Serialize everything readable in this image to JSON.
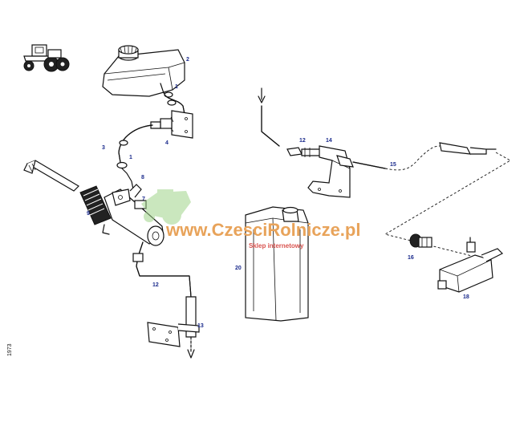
{
  "diagram": {
    "side_code": "1973",
    "watermark": {
      "main": "www.CzesciRolnicze.pl",
      "sub": "Sklep internetowy"
    },
    "part_labels": {
      "p1a": "1",
      "p1b": "1",
      "p2": "2",
      "p3": "3",
      "p4": "4",
      "p7": "7",
      "p8": "8",
      "p9": "9",
      "p12a": "12",
      "p12b": "12",
      "p13": "13",
      "p14": "14",
      "p15": "15",
      "p16": "16",
      "p18": "18",
      "p20": "20"
    },
    "icons": [
      "tractor-icon",
      "tractor-watermark-icon"
    ],
    "colors": {
      "label": "#1a2a8c",
      "watermark": "#e8a35a",
      "watermark_sub": "#d9534f",
      "watermark_tractor": "#9fd48a"
    }
  }
}
